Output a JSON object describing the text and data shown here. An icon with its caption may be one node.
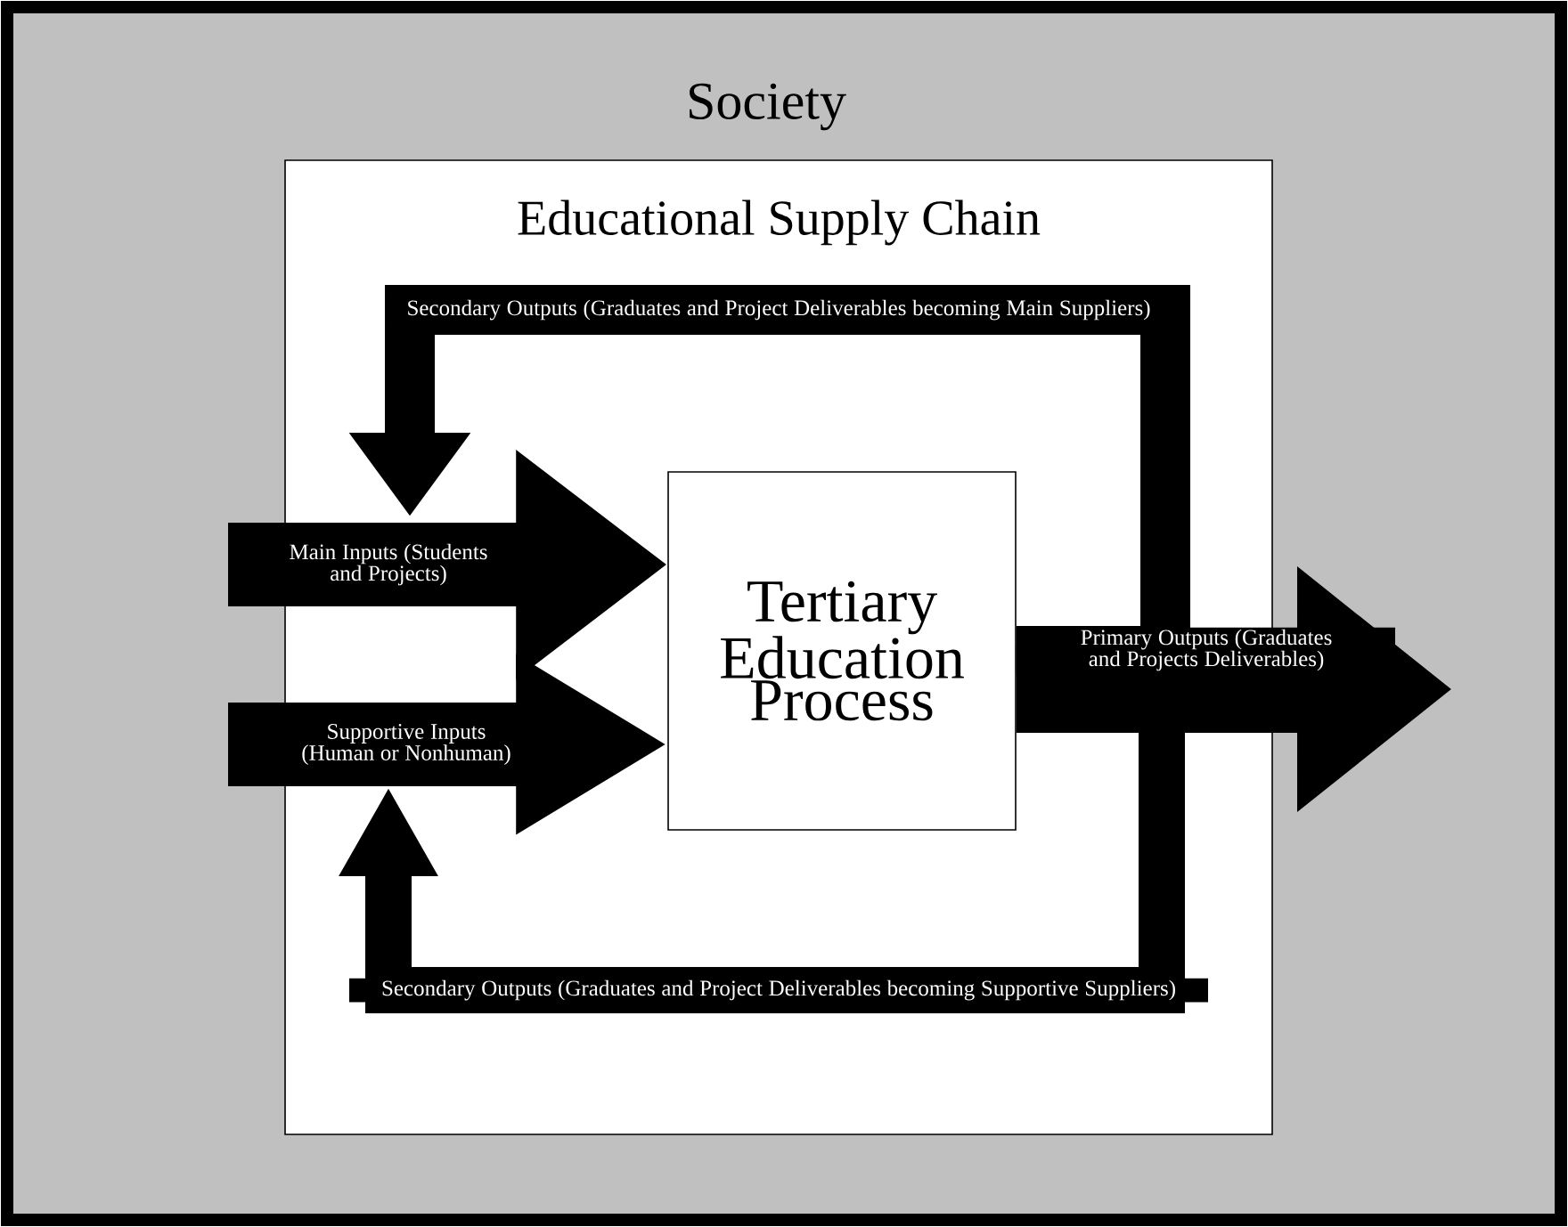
{
  "diagram": {
    "nodes": [
      {
        "text": [
          "Society"
        ]
      },
      {
        "text": [
          "Educational Supply Chain"
        ],
        "in": 0
      },
      {
        "text": [
          "Tertiary Education Process"
        ],
        "in": 1
      }
    ],
    "edges": [
      {
        "from": null,
        "to": 2,
        "arrow": "to",
        "label": "Main Inputs (Students and Projects)"
      },
      {
        "from": null,
        "to": 2,
        "arrow": "to",
        "label": "Supportive Inputs (Human or Nonhuman)"
      },
      {
        "from": 2,
        "to": null,
        "arrow": "to",
        "label": "Primary Outputs (Graduates and Projects Deliverables)"
      },
      {
        "from": 2,
        "to": null,
        "arrow": "to",
        "label": "Secondary Outputs (Graduates and Project Deliverables becoming Main Suppliers)"
      },
      {
        "from": 2,
        "to": null,
        "arrow": "to",
        "label": "Secondary Outputs (Graduates and Project Deliverables becoming Supportive Suppliers)"
      }
    ]
  }
}
